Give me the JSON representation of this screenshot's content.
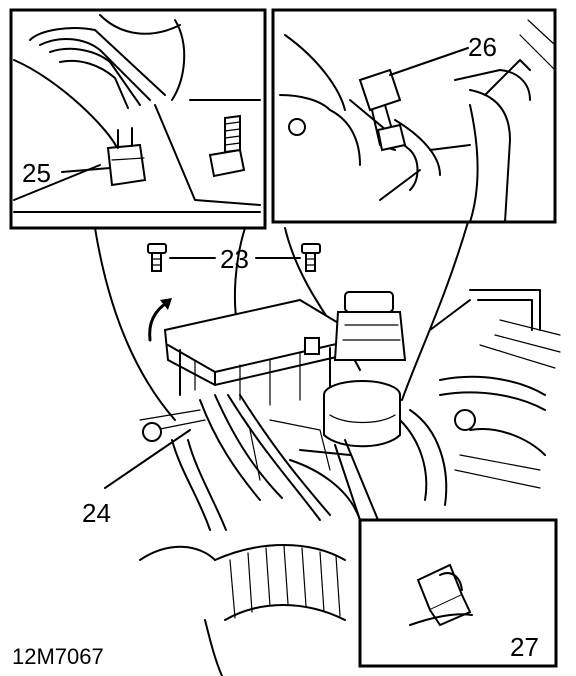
{
  "callouts": {
    "c23": "23",
    "c24": "24",
    "c25": "25",
    "c26": "26",
    "c27": "27"
  },
  "figure_code": "12M7067",
  "colors": {
    "ink": "#000000",
    "paper": "#ffffff"
  }
}
